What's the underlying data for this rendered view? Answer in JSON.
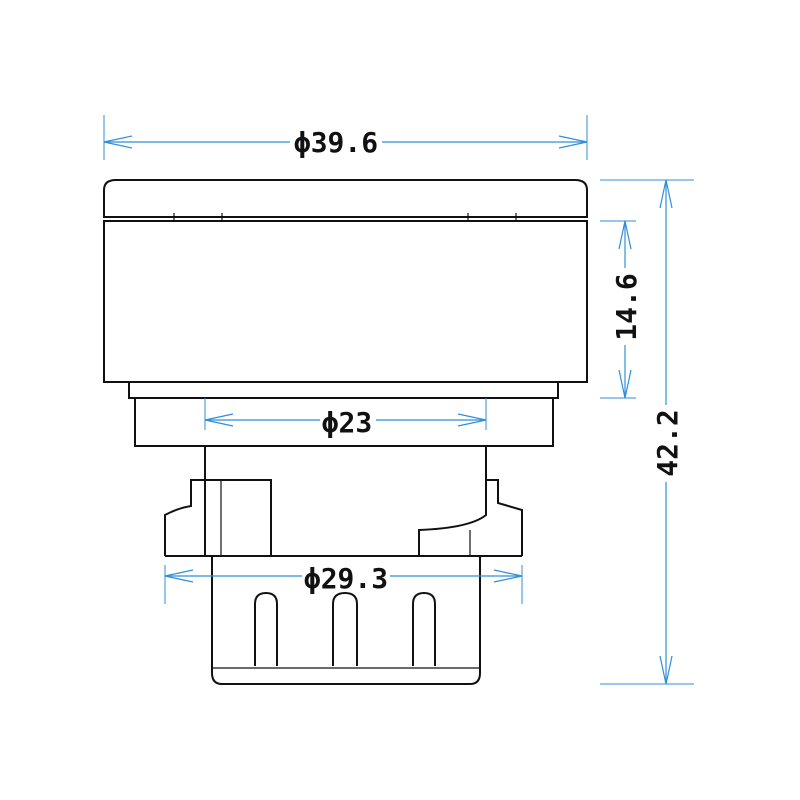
{
  "dimensions": {
    "outer_diameter": "ϕ39.6",
    "inner_diameter": "ϕ23",
    "base_diameter": "ϕ29.3",
    "head_height": "14.6",
    "total_height": "42.2"
  },
  "colors": {
    "dimension_line": "#2f8fd8",
    "part_outline": "#111111",
    "background": "#ffffff"
  }
}
